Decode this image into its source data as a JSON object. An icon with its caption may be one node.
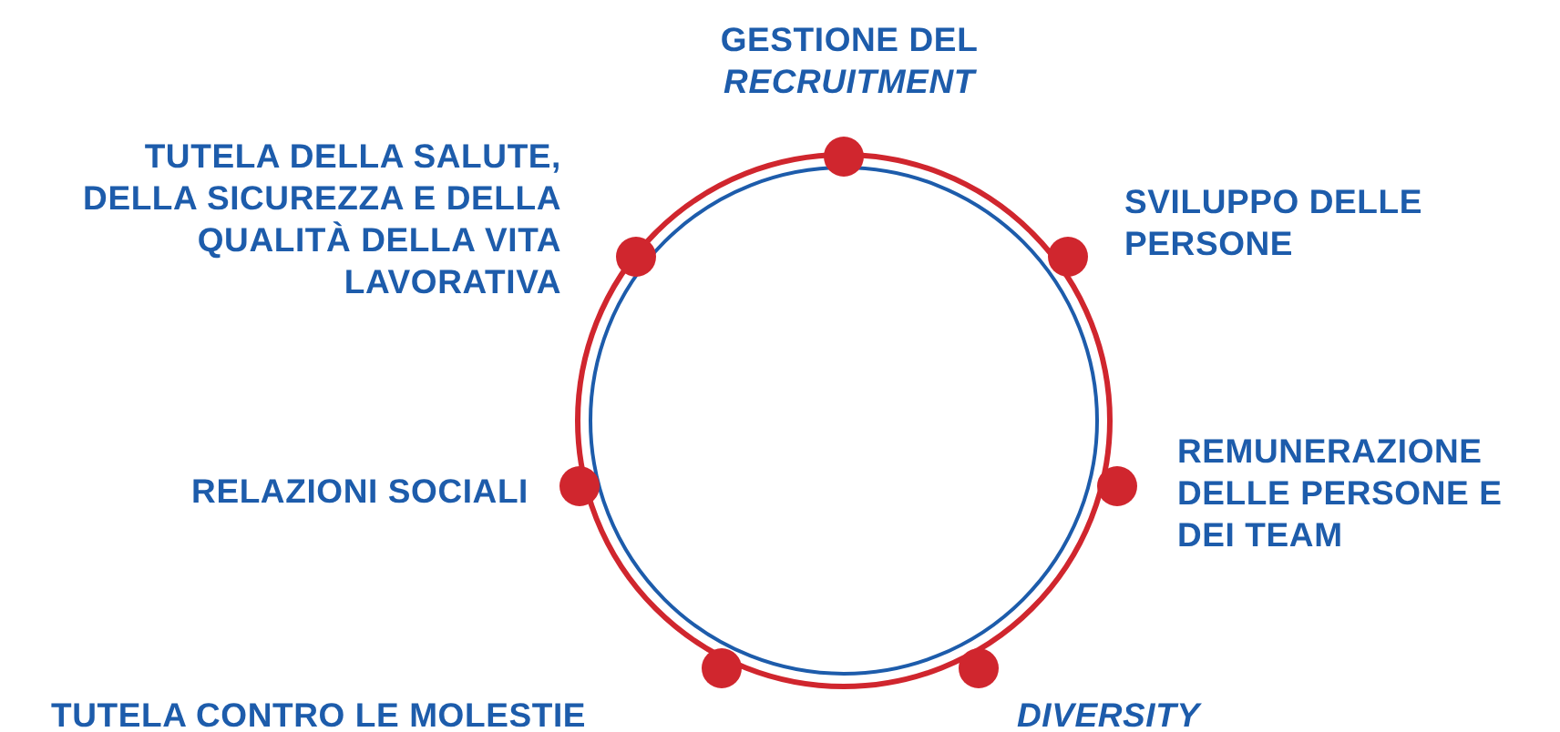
{
  "diagram": {
    "nodes": [
      {
        "text": [],
        "shape": "circle",
        "beside": [
          "GESTIONE DEL *RECRUITMENT*"
        ]
      },
      {
        "text": [],
        "shape": "circle",
        "beside": [
          "SVILUPPO DELLE PERSONE"
        ]
      },
      {
        "text": [],
        "shape": "circle",
        "beside": [
          "REMUNERAZIONE DELLE PERSONE E DEI TEAM"
        ]
      },
      {
        "text": [],
        "shape": "circle",
        "beside": [
          "DIVERSITY"
        ]
      },
      {
        "text": [],
        "shape": "circle",
        "beside": [
          "TUTELA CONTRO LE MOLESTIE"
        ]
      },
      {
        "text": [],
        "shape": "circle",
        "beside": [
          "RELAZIONI SOCIALI"
        ]
      },
      {
        "text": [],
        "shape": "circle",
        "beside": [
          "TUTELA DELLA SALUTE, DELLA SICUREZZA E DELLA QUALITÀ DELLA VITA LAVORATIVA"
        ]
      }
    ]
  }
}
